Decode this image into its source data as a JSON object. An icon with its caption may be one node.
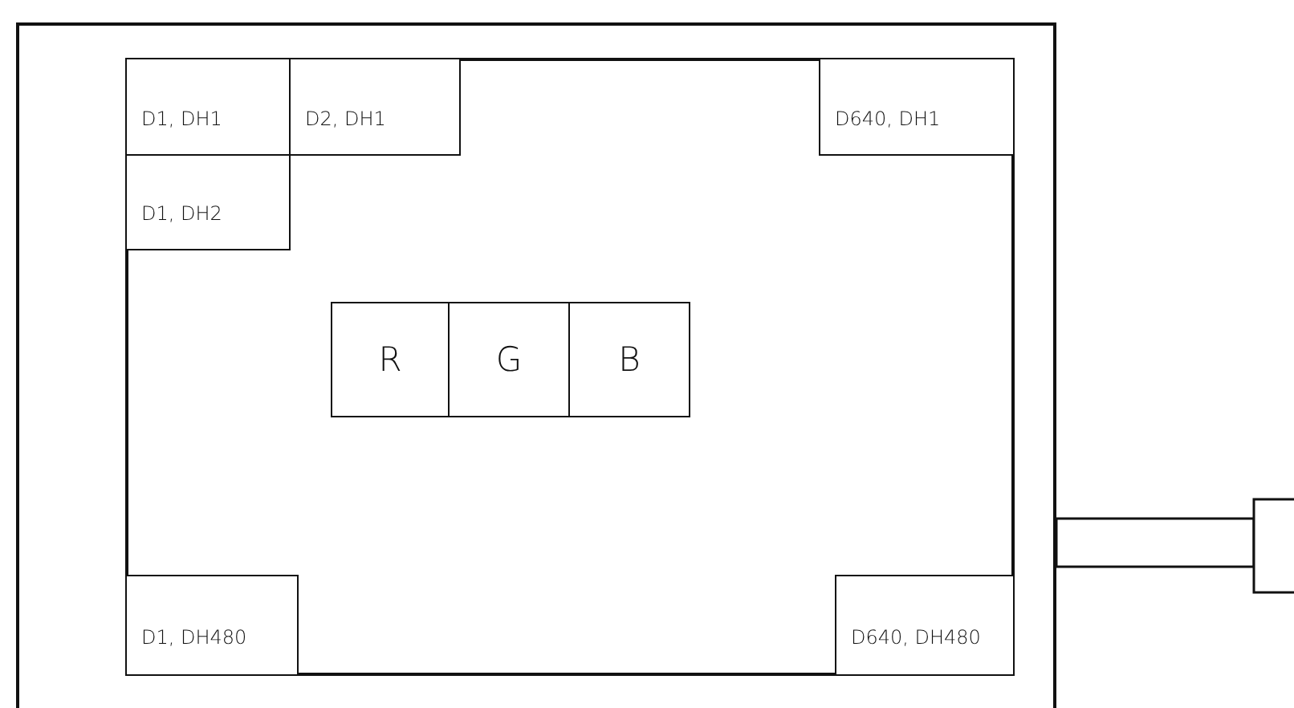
{
  "diagram": {
    "nodes": [
      {
        "text": [],
        "shape": "box"
      },
      {
        "text": [],
        "shape": "box",
        "in": 0
      },
      {
        "text": [
          "D1, DH1"
        ],
        "in": 1
      },
      {
        "text": [
          "D2, DH1"
        ],
        "in": 1
      },
      {
        "text": [
          "D640, DH1"
        ],
        "in": 1
      },
      {
        "text": [
          "D1, DH2"
        ],
        "in": 1
      },
      {
        "text": [
          "R"
        ],
        "in": 1
      },
      {
        "text": [
          "G"
        ],
        "in": 1
      },
      {
        "text": [
          "B"
        ],
        "in": 1
      },
      {
        "text": [
          "D1, DH480"
        ],
        "in": 1
      },
      {
        "text": [
          "D640, DH480"
        ],
        "in": 1
      }
    ]
  }
}
